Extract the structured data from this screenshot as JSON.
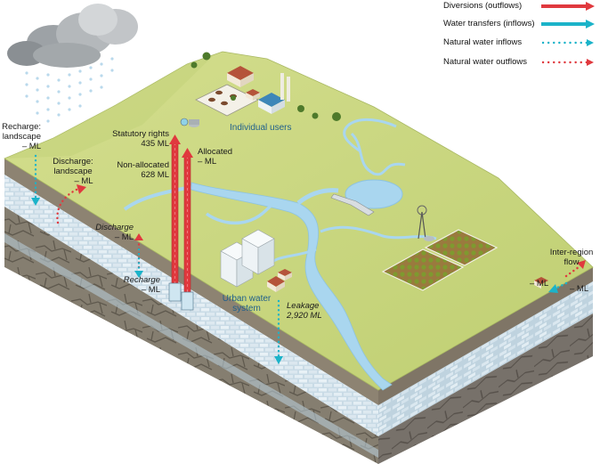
{
  "legend": {
    "diversions": {
      "label": "Diversions (outflows)",
      "color": "#e0393e"
    },
    "transfers": {
      "label": "Water transfers (inflows)",
      "color": "#1bb3c9"
    },
    "natural_in": {
      "label": "Natural water inflows",
      "color": "#1bb3c9"
    },
    "natural_out": {
      "label": "Natural water outflows",
      "color": "#e0393e"
    }
  },
  "labels": {
    "recharge_landscape": {
      "line1": "Recharge:",
      "line2": "landscape",
      "value": "– ML"
    },
    "discharge_landscape": {
      "line1": "Discharge:",
      "line2": "landscape",
      "value": "– ML"
    },
    "statutory_rights": {
      "line1": "Statutory rights",
      "value": "435 ML"
    },
    "non_allocated": {
      "line1": "Non-allocated",
      "value": "628 ML"
    },
    "allocated": {
      "line1": "Allocated",
      "value": "– ML"
    },
    "individual_users": "Individual users",
    "discharge": {
      "line1": "Discharge",
      "value": "– ML"
    },
    "recharge": {
      "line1": "Recharge",
      "value": "– ML"
    },
    "urban_water": {
      "line1": "Urban water",
      "line2": "system"
    },
    "leakage": {
      "line1": "Leakage",
      "value": "2,920 ML"
    },
    "inter_region": {
      "line1": "Inter-region",
      "line2": "flow",
      "value_in": "– ML",
      "value_out": "– ML"
    }
  },
  "colors": {
    "grass": "#c9d77f",
    "grass_dark": "#b3c46a",
    "soil": "#8a7e6c",
    "aquifer": "#c8d9e4",
    "rock": "#7a7468",
    "water": "#a9d6ef",
    "label_blue": "#1f5f8b"
  }
}
